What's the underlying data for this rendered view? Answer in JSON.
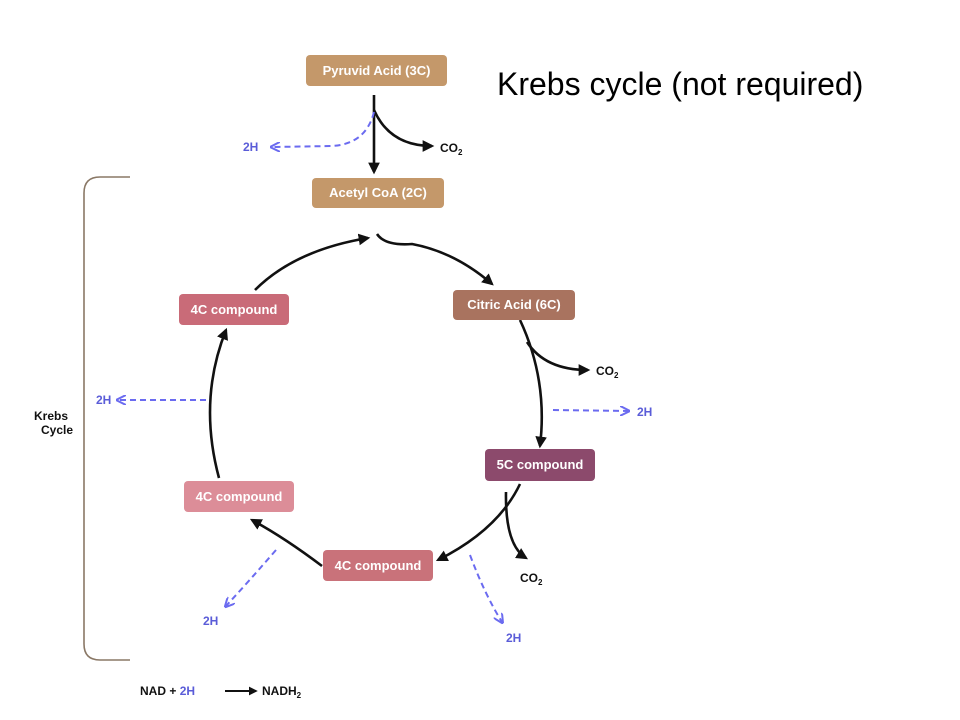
{
  "title": "Krebs cycle (not required)",
  "boxes": {
    "pyruvic": {
      "label": "Pyruvid Acid (3C)",
      "color": "#c4986a"
    },
    "acetyl": {
      "label": "Acetyl CoA (2C)",
      "color": "#c4986a"
    },
    "citric": {
      "label": "Citric Acid (6C)",
      "color": "#a9735f"
    },
    "fivec": {
      "label": "5C compound",
      "color": "#8c4a6c"
    },
    "fourc_bottom": {
      "label": "4C compound",
      "color": "#c9727a"
    },
    "fourc_lower_left": {
      "label": "4C compound",
      "color": "#dc8d98"
    },
    "fourc_upper_left": {
      "label": "4C compound",
      "color": "#c96b78"
    }
  },
  "labels": {
    "co2": "CO",
    "co2_sub": "2",
    "h2": "2H",
    "krebs_line1": "Krebs",
    "krebs_line2": "Cycle"
  },
  "equation": {
    "nad_plus": "NAD + ",
    "h2": "2H",
    "nadh": "NADH",
    "nadh_sub": "2"
  },
  "colors": {
    "arrow": "#111111",
    "dashed_arrow": "#6b6bf0",
    "bracket": "#8a7866"
  }
}
